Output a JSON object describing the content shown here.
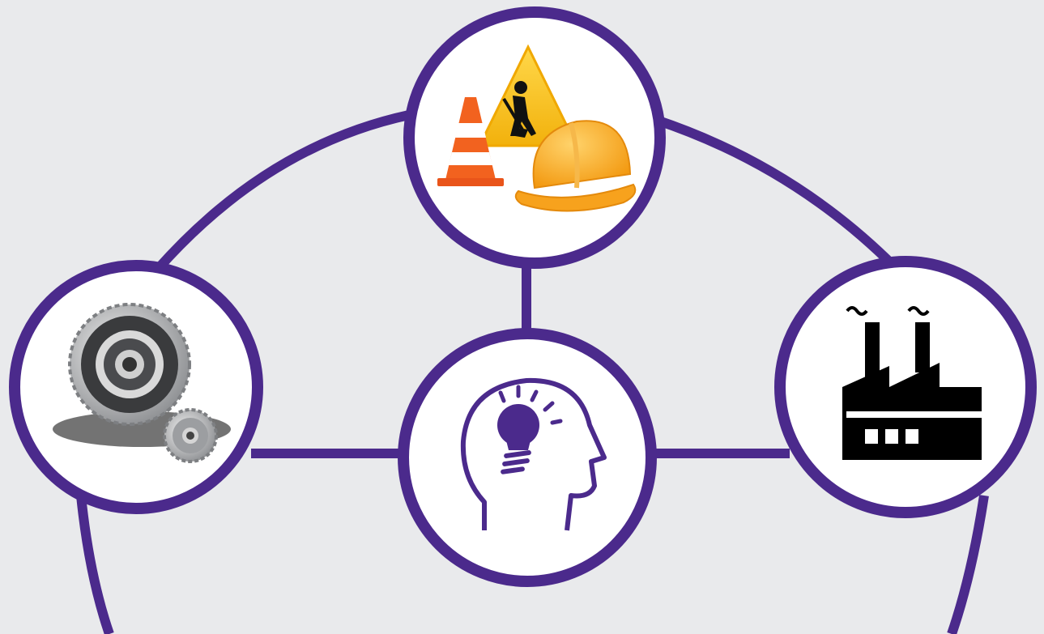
{
  "diagram": {
    "colors": {
      "background": "#e9eaec",
      "ring": "#4b2a8c",
      "node_fill": "#ffffff"
    },
    "nodes": [
      {
        "id": "construction",
        "icon": "construction-icon"
      },
      {
        "id": "gears",
        "icon": "gears-icon"
      },
      {
        "id": "idea",
        "icon": "head-lightbulb-icon"
      },
      {
        "id": "factory",
        "icon": "factory-icon"
      }
    ]
  }
}
